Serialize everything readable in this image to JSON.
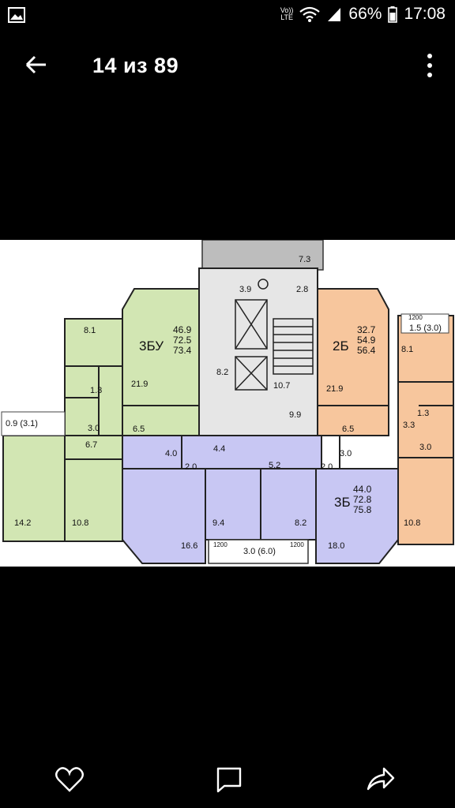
{
  "status_bar": {
    "network_top": "Vo))",
    "network_bottom": "LTE",
    "battery": "66%",
    "time": "17:08"
  },
  "app_bar": {
    "title": "14 из 89"
  },
  "floor_plan": {
    "apartment_labels": {
      "left": "3БУ",
      "right_top": "2Б",
      "right_bottom": "3Б"
    },
    "apartment_areas": {
      "left": [
        "46.9",
        "72.5",
        "73.4"
      ],
      "right_top": [
        "32.7",
        "54.9",
        "56.4"
      ],
      "right_bottom": [
        "44.0",
        "72.8",
        "75.8"
      ]
    },
    "room_areas": {
      "balcony_top": "7.3",
      "hall_small_1": "3.9",
      "hall_small_2": "2.8",
      "kitchen_left": "8.1",
      "room_left_big": "21.9",
      "toilet_left": "1.3",
      "bath_left": "3.0",
      "hall_left": "6.5",
      "loggia_left": "0.9 (3.1)",
      "corr_left": "6.7",
      "room_left_corner": "14.2",
      "room_left_b": "10.8",
      "stair": "8.2",
      "lift_hall": "10.7",
      "lobby": "9.9",
      "room_right_big": "21.9",
      "hall_right": "6.5",
      "kitchen_right": "8.1",
      "loggia_right": "1.5 (3.0)",
      "toilet_right": "1.3",
      "bath_right_a": "3.3",
      "bath_right_b": "3.0",
      "room_right_b": "10.8",
      "bath_c1": "4.0",
      "hall_c1": "2.0",
      "corr_c1": "4.4",
      "corr_c2": "5.2",
      "bath_c2": "3.0",
      "hall_c2": "2.0",
      "room_c_left": "16.6",
      "kitchen_c": "9.4",
      "kitchen_c2": "8.2",
      "room_c_right": "18.0",
      "balcony_bottom": "3.0 (6.0)"
    },
    "dimensions": {
      "loggia_right": "1200",
      "balcony_left": "1200",
      "balcony_right": "1200"
    },
    "colors": {
      "green": "#d2e6b3",
      "orange": "#f7c69d",
      "lavender": "#c8c7f3",
      "gray": "#e6e6e6"
    }
  },
  "bottom_bar": {
    "icons": [
      "heart-icon",
      "chat-icon",
      "share-icon"
    ]
  }
}
